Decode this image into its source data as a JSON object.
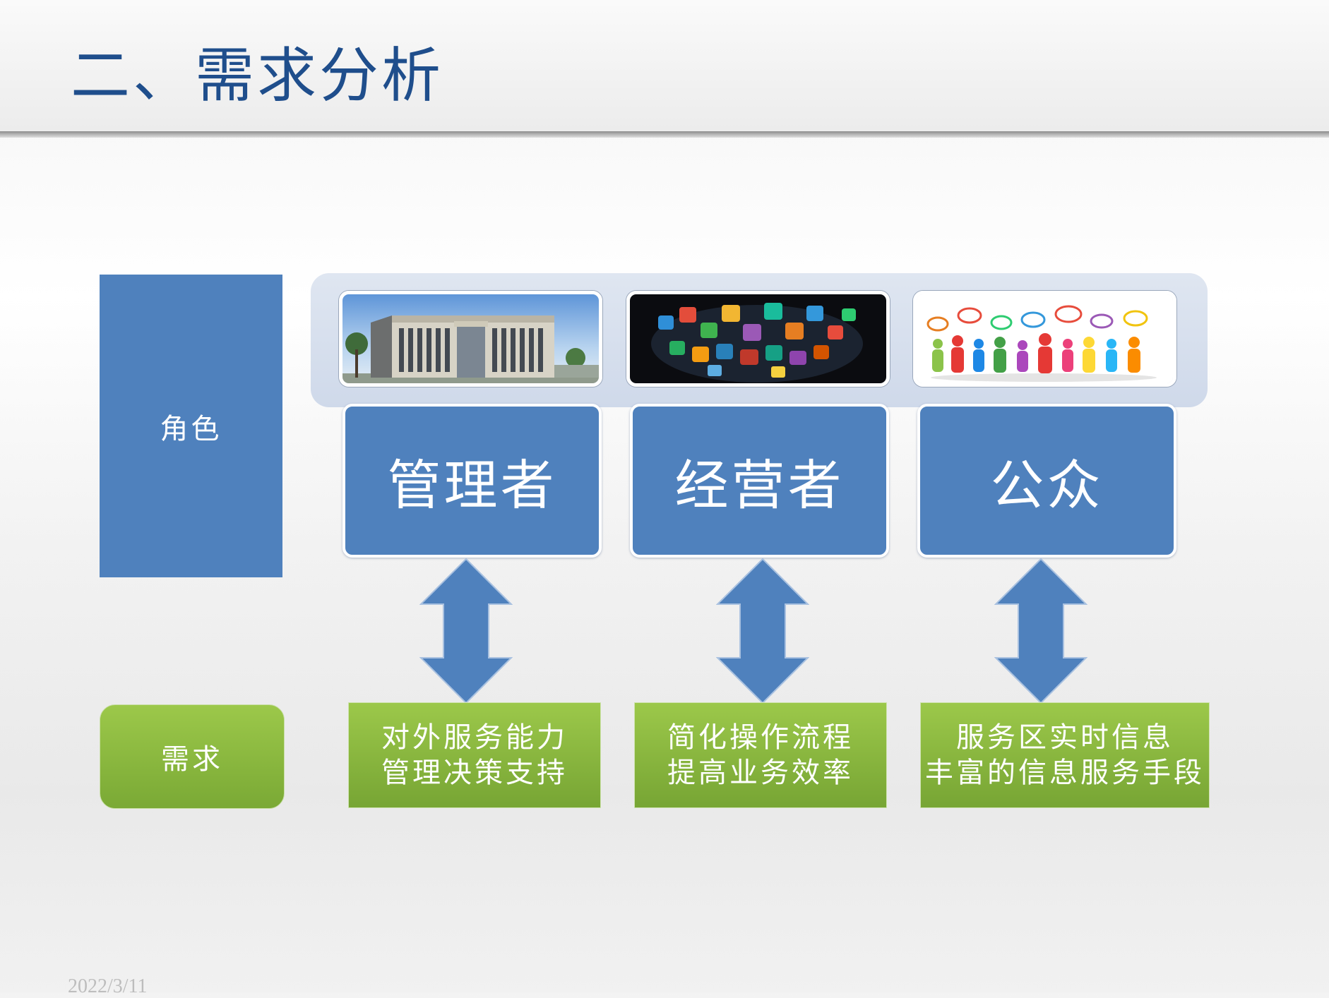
{
  "slide": {
    "title": "二、需求分析",
    "date": "2022/3/11"
  },
  "labels": {
    "role": "角色",
    "need": "需求"
  },
  "images": [
    {
      "icon": "government-building-image"
    },
    {
      "icon": "app-icons-image"
    },
    {
      "icon": "people-speech-bubbles-image"
    }
  ],
  "roles": [
    {
      "name": "管理者",
      "needs": [
        "对外服务能力",
        "管理决策支持"
      ]
    },
    {
      "name": "经营者",
      "needs": [
        "简化操作流程",
        "提高业务效率"
      ]
    },
    {
      "name": "公众",
      "needs": [
        "服务区实时信息",
        "丰富的信息服务手段"
      ]
    }
  ],
  "colors": {
    "title": "#1f4e8c",
    "role_blue": "#4f81bd",
    "need_green": "#8cbb3f",
    "banner": "#d7dfec"
  }
}
